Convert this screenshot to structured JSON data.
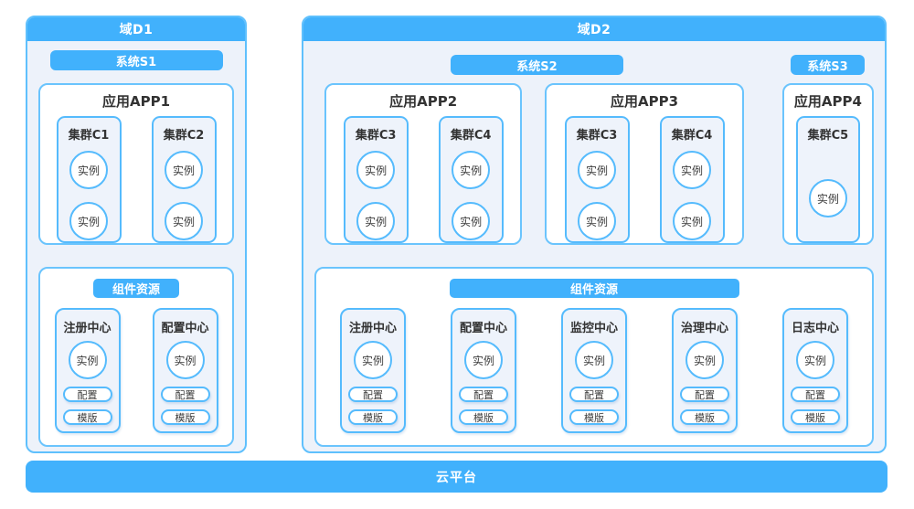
{
  "colors": {
    "primary_blue": "#41b1fc",
    "border_blue": "#55bbfd",
    "panel_background": "#edf2fa",
    "box_background": "#eef3fb",
    "card_background": "#ffffff",
    "title_text": "#333333",
    "label_text": "#3d3d3d",
    "header_text": "#ffffff"
  },
  "d1": {
    "title": "域D1",
    "system": "系统S1",
    "app": {
      "title": "应用APP1",
      "clusters": [
        {
          "label": "集群C1",
          "instances": [
            "实例",
            "实例"
          ]
        },
        {
          "label": "集群C2",
          "instances": [
            "实例",
            "实例"
          ]
        }
      ]
    },
    "components": {
      "title": "组件资源",
      "centers": [
        {
          "label": "注册中心",
          "instance": "实例",
          "pills": [
            "配置",
            "模版"
          ]
        },
        {
          "label": "配置中心",
          "instance": "实例",
          "pills": [
            "配置",
            "模版"
          ]
        }
      ]
    }
  },
  "d2": {
    "title": "域D2",
    "systems": [
      "系统S2",
      "系统S3"
    ],
    "apps": [
      {
        "title": "应用APP2",
        "clusters": [
          {
            "label": "集群C3",
            "instances": [
              "实例",
              "实例"
            ]
          },
          {
            "label": "集群C4",
            "instances": [
              "实例",
              "实例"
            ]
          }
        ]
      },
      {
        "title": "应用APP3",
        "clusters": [
          {
            "label": "集群C3",
            "instances": [
              "实例",
              "实例"
            ]
          },
          {
            "label": "集群C4",
            "instances": [
              "实例",
              "实例"
            ]
          }
        ]
      },
      {
        "title": "应用APP4",
        "clusters": [
          {
            "label": "集群C5",
            "instances": [
              "实例"
            ]
          }
        ]
      }
    ],
    "components": {
      "title": "组件资源",
      "centers": [
        {
          "label": "注册中心",
          "instance": "实例",
          "pills": [
            "配置",
            "模版"
          ]
        },
        {
          "label": "配置中心",
          "instance": "实例",
          "pills": [
            "配置",
            "模版"
          ]
        },
        {
          "label": "监控中心",
          "instance": "实例",
          "pills": [
            "配置",
            "模版"
          ]
        },
        {
          "label": "治理中心",
          "instance": "实例",
          "pills": [
            "配置",
            "模版"
          ]
        },
        {
          "label": "日志中心",
          "instance": "实例",
          "pills": [
            "配置",
            "模版"
          ]
        }
      ]
    }
  },
  "platform": {
    "label": "云平台"
  }
}
